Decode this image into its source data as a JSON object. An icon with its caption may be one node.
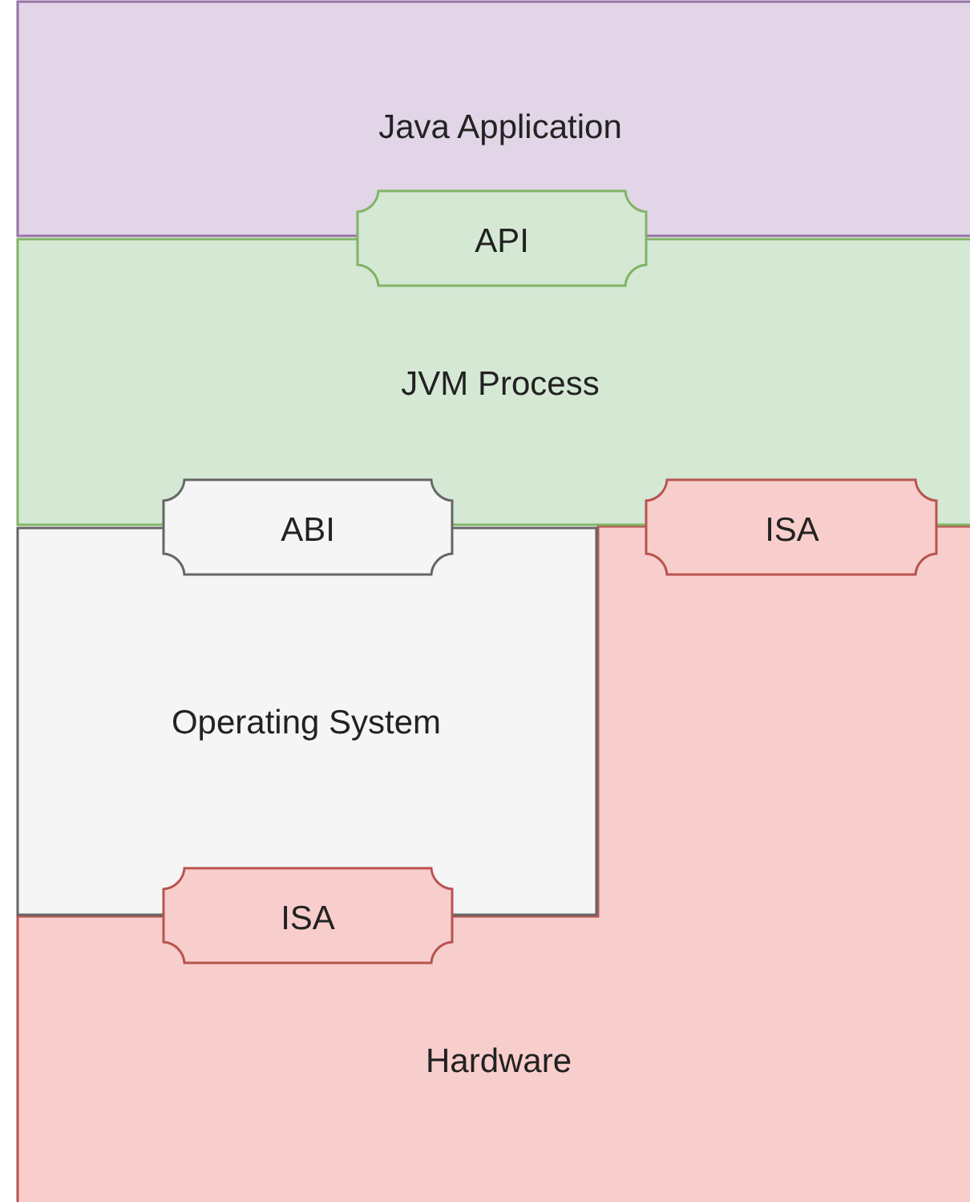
{
  "diagram": {
    "nodes": [
      {
        "text": [
          "Java Application"
        ]
      },
      {
        "text": [
          "API"
        ]
      },
      {
        "text": [
          "JVM Process"
        ]
      },
      {
        "text": [
          "ABI"
        ]
      },
      {
        "text": [
          "ISA"
        ]
      },
      {
        "text": [
          "Operating System"
        ]
      },
      {
        "text": [
          "ISA"
        ]
      },
      {
        "text": [
          "Hardware"
        ]
      }
    ]
  }
}
